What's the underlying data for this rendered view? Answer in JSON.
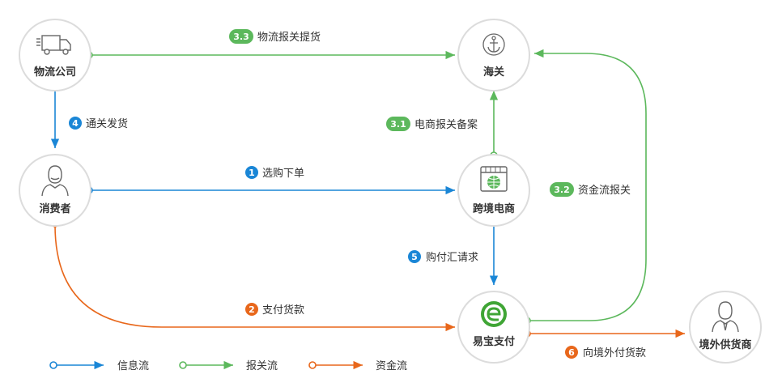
{
  "colors": {
    "info": "#1a86d6",
    "customs": "#5cb85c",
    "funds": "#e8671b",
    "node_border": "#dcdcdc",
    "icon": "#666666"
  },
  "nodes": {
    "logistics": {
      "label": "物流公司",
      "icon": "truck-icon"
    },
    "customs": {
      "label": "海关",
      "icon": "anchor-icon"
    },
    "consumer": {
      "label": "消费者",
      "icon": "person-icon"
    },
    "ecommerce": {
      "label": "跨境电商",
      "icon": "storefront-globe-icon"
    },
    "yeepay": {
      "label": "易宝支付",
      "icon": "yeepay-logo-icon"
    },
    "supplier": {
      "label": "境外供货商",
      "icon": "businessman-icon"
    }
  },
  "edges": {
    "e1": {
      "badge": "1",
      "label": "选购下单"
    },
    "e2": {
      "badge": "2",
      "label": "支付货款"
    },
    "e31": {
      "badge": "3.1",
      "label": "电商报关备案"
    },
    "e32": {
      "badge": "3.2",
      "label": "资金流报关"
    },
    "e33": {
      "badge": "3.3",
      "label": "物流报关提货"
    },
    "e4": {
      "badge": "4",
      "label": "通关发货"
    },
    "e5": {
      "badge": "5",
      "label": "购付汇请求"
    },
    "e6": {
      "badge": "6",
      "label": "向境外付货款"
    }
  },
  "legend": {
    "info": "信息流",
    "customs": "报关流",
    "funds": "资金流"
  }
}
